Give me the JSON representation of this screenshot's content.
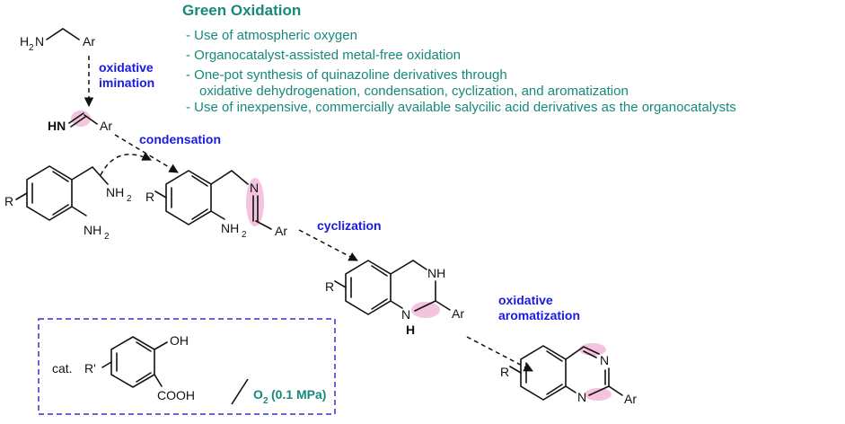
{
  "header": {
    "title": "Green Oxidation",
    "bullets": [
      "- Use of atmospheric oxygen",
      "- Organocatalyst-assisted metal-free oxidation",
      "- One-pot synthesis of quinazoline derivatives through",
      "oxidative dehydrogenation, condensation, cyclization, and aromatization",
      "- Use of inexpensive, commercially available salycilic acid derivatives as the organocatalysts"
    ]
  },
  "steps": {
    "oxidative_imination_1": "oxidative",
    "oxidative_imination_2": "imination",
    "condensation": "condensation",
    "cyclization": "cyclization",
    "oxidative_aromatization_1": "oxidative",
    "oxidative_aromatization_2": "aromatization"
  },
  "atoms": {
    "amine_h2n": "H",
    "amine_h2n_sub": "2",
    "amine_n": "N",
    "ar": "Ar",
    "imine_hn": "HN",
    "r": "R",
    "nh": "NH",
    "nh_sub": "2",
    "n": "N",
    "h": "H",
    "r_prime": "R'",
    "oh": "OH",
    "cooh": "COOH"
  },
  "catalyst": {
    "cat_label": "cat.",
    "oxidant": "O",
    "oxidant_sub": "2",
    "oxidant_pressure": "(0.1 MPa)",
    "slash": "/"
  },
  "colors": {
    "step_label": "#1a1ae0",
    "green_text": "#17897a",
    "highlight": "#f2b8d8",
    "box_border": "#3333cc"
  }
}
